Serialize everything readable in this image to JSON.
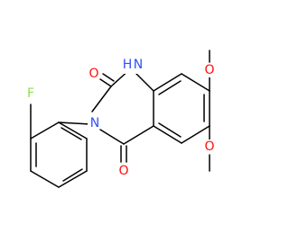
{
  "molecule": {
    "atoms": {
      "fluorine": "F",
      "nitrogen_1h": "H",
      "nitrogen_1": "N",
      "nitrogen_3": "N",
      "oxygen_c2": "O",
      "oxygen_c4": "O",
      "oxygen_ome7": "O",
      "oxygen_ome6": "O"
    },
    "colors": {
      "fluorine": "#90e050",
      "nitrogen": "#3050f8",
      "oxygen": "#ff0d0d",
      "bond": "#000000"
    }
  }
}
